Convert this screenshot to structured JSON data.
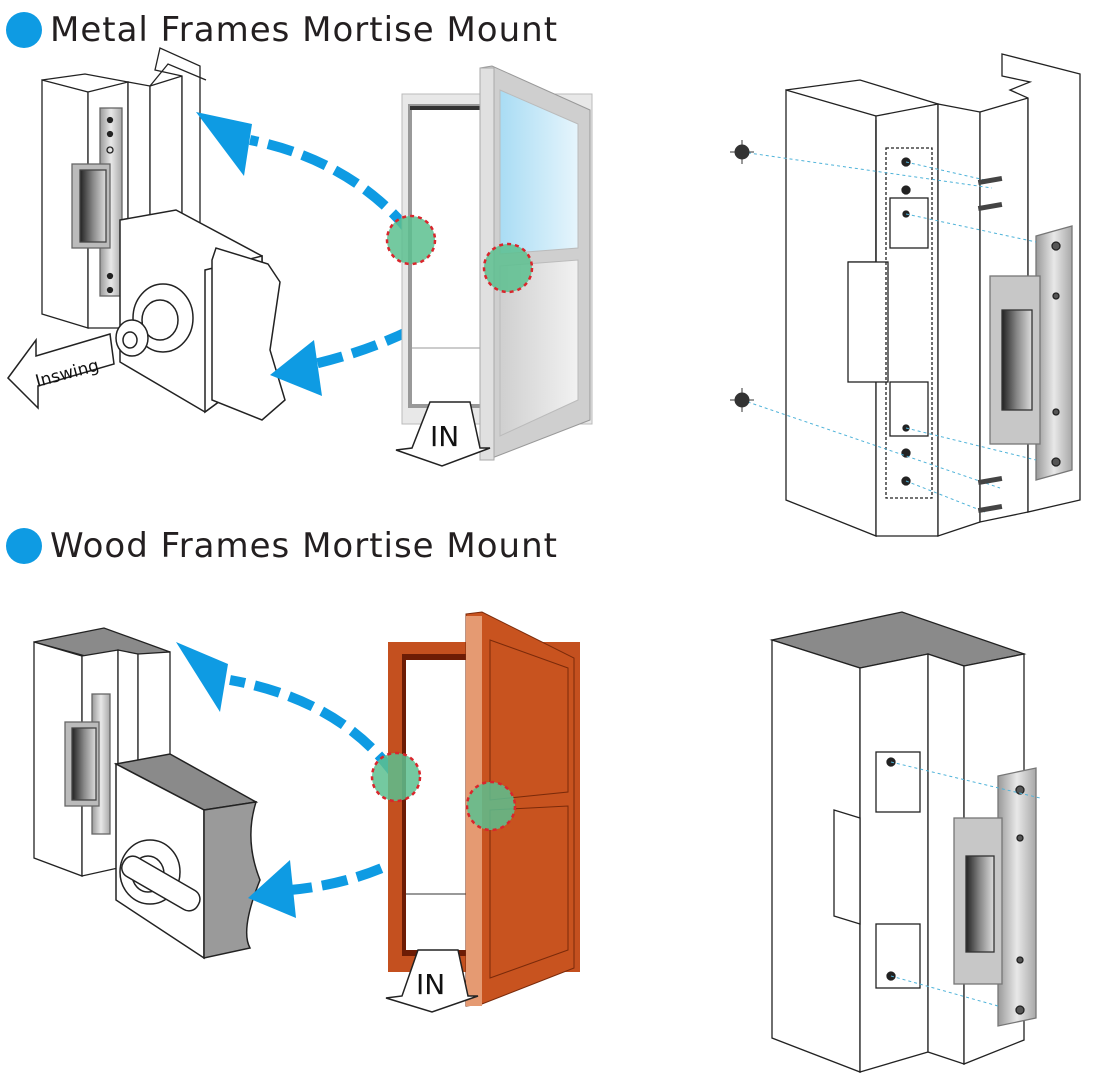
{
  "sections": [
    {
      "title": "Metal Frames Mortise Mount",
      "bullet_color": "#0e9be3",
      "swing_label": "Inswing",
      "direction_label": "IN",
      "door_material": "metal",
      "door_colors": {
        "frame": "#d9d9d9",
        "glass": "#bfe6f8",
        "panel": "#e6e6e6"
      }
    },
    {
      "title": "Wood Frames Mortise Mount",
      "bullet_color": "#0e9be3",
      "direction_label": "IN",
      "door_material": "wood",
      "door_colors": {
        "frame": "#c4501f",
        "frame_inner": "#6d1c05",
        "door_edge": "#e59a72",
        "panel": "#c8531f"
      }
    }
  ],
  "colors": {
    "arrow": "#0e9be3",
    "highlight_fill": "#5cc08f",
    "highlight_border": "#d9262c",
    "guide_line": "#4fb3d9",
    "wood_top": "#8a8a8a"
  }
}
